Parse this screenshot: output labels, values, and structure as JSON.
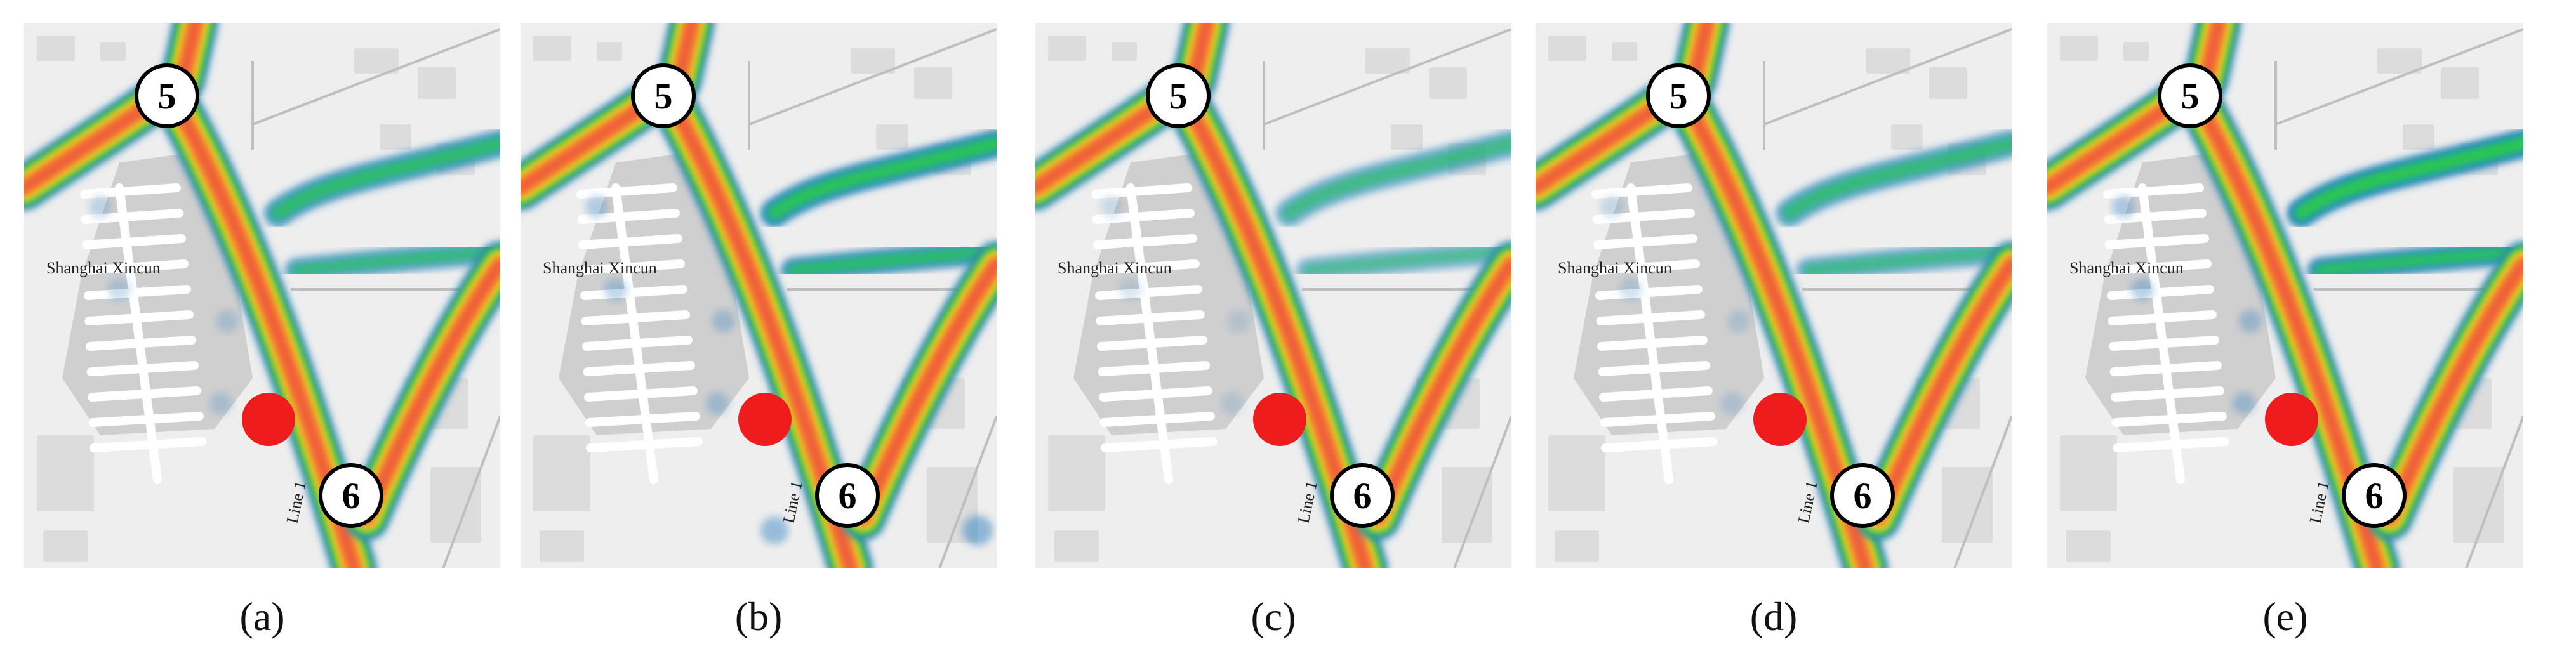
{
  "place_label": "Shanghai Xincun",
  "line_label": "Line 1",
  "stations": {
    "a": "5",
    "b": "6"
  },
  "heat_colors": {
    "blue": "#2f7fc0",
    "teal": "#1fa6a6",
    "green": "#2ec84a",
    "yellow": "#f3e21c",
    "orange": "#f39a2a",
    "red": "#ef5a3a"
  },
  "marker_color": "#ee1c1c",
  "panels": [
    {
      "caption": "(a)",
      "side_branch_strength": 0.7,
      "has_lower_right_blob": false
    },
    {
      "caption": "(b)",
      "side_branch_strength": 0.9,
      "has_lower_right_blob": true
    },
    {
      "caption": "(c)",
      "side_branch_strength": 0.5,
      "has_lower_right_blob": false
    },
    {
      "caption": "(d)",
      "side_branch_strength": 0.6,
      "has_lower_right_blob": false
    },
    {
      "caption": "(e)",
      "side_branch_strength": 1.0,
      "has_lower_right_blob": false
    }
  ]
}
